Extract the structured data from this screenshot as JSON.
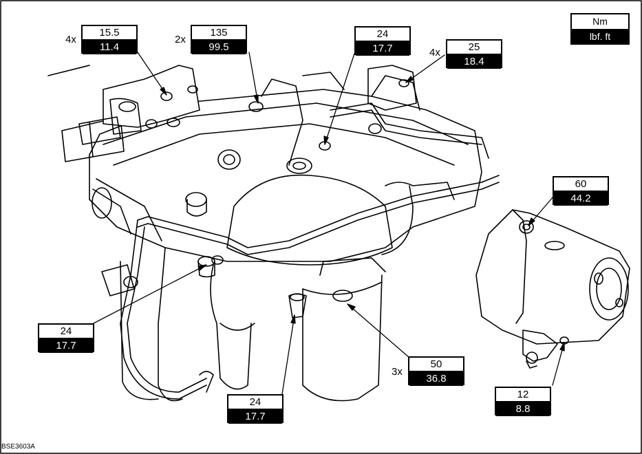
{
  "units": {
    "top": "Nm",
    "bottom": "lbf. ft"
  },
  "callouts": [
    {
      "qty": "4x",
      "nm": "15.5",
      "lbf": "11.4"
    },
    {
      "qty": "2x",
      "nm": "135",
      "lbf": "99.5"
    },
    {
      "qty": "",
      "nm": "24",
      "lbf": "17.7"
    },
    {
      "qty": "4x",
      "nm": "25",
      "lbf": "18.4"
    },
    {
      "qty": "",
      "nm": "60",
      "lbf": "44.2"
    },
    {
      "qty": "",
      "nm": "24",
      "lbf": "17.7"
    },
    {
      "qty": "3x",
      "nm": "50",
      "lbf": "36.8"
    },
    {
      "qty": "",
      "nm": "24",
      "lbf": "17.7"
    },
    {
      "qty": "",
      "nm": "12",
      "lbf": "8.8"
    }
  ],
  "figure_id": "BSE3603A"
}
